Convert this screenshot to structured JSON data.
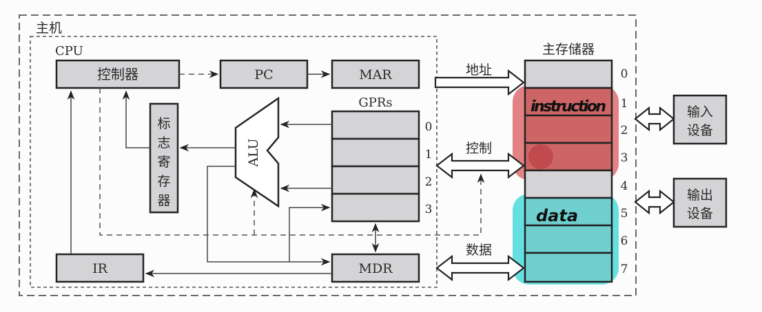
{
  "diagram": {
    "host_label": "主机",
    "cpu_label": "CPU",
    "controller": "控制器",
    "pc": "PC",
    "mar": "MAR",
    "gprs_label": "GPRs",
    "gpr_indices": [
      "0",
      "1",
      "2",
      "3"
    ],
    "alu": "ALU",
    "flag_register": [
      "标",
      "志",
      "寄",
      "存",
      "器"
    ],
    "ir": "IR",
    "mdr": "MDR",
    "bus_address": "地址",
    "bus_control": "控制",
    "bus_data": "数据",
    "memory_label": "主存储器",
    "memory_indices": [
      "0",
      "1",
      "2",
      "3",
      "4",
      "5",
      "6",
      "7"
    ],
    "input_device": [
      "输入",
      "设备"
    ],
    "output_device": [
      "输出",
      "设备"
    ],
    "annotations": {
      "instruction": "instruction",
      "data": "data",
      "instruction_rows": [
        1,
        2,
        3
      ],
      "data_rows": [
        5,
        6,
        7
      ],
      "instruction_color": "#d9595c",
      "data_color": "#3fd8d8"
    }
  }
}
